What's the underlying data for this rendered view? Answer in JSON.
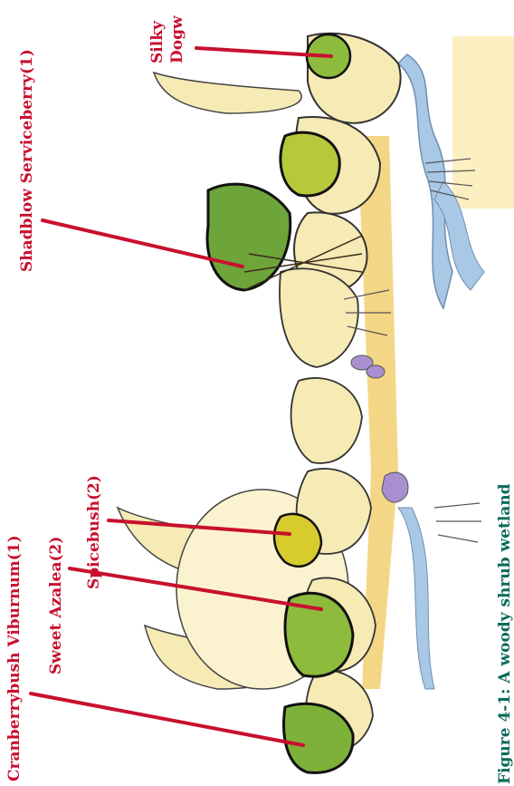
{
  "labels": {
    "cranberrybush": "Cranberrybush Viburnum(1)",
    "sweet_azalea": "Sweet Azalea(2)",
    "spicebush": "Spicebush(2)",
    "shadblow": "Shadblow Serviceberry(1)",
    "silky_line1": "Silky",
    "silky_line2": "Dogw"
  },
  "caption": "Figure 4-1: A woody shrub wetland",
  "colors": {
    "label": "#c8102e",
    "caption": "#0a6b5a",
    "water": "#a9c8e6",
    "foliage_green": "#8dbb3c",
    "foliage_light": "#f6eab5",
    "ground": "#f4d77a",
    "flower": "#a78fd0"
  }
}
